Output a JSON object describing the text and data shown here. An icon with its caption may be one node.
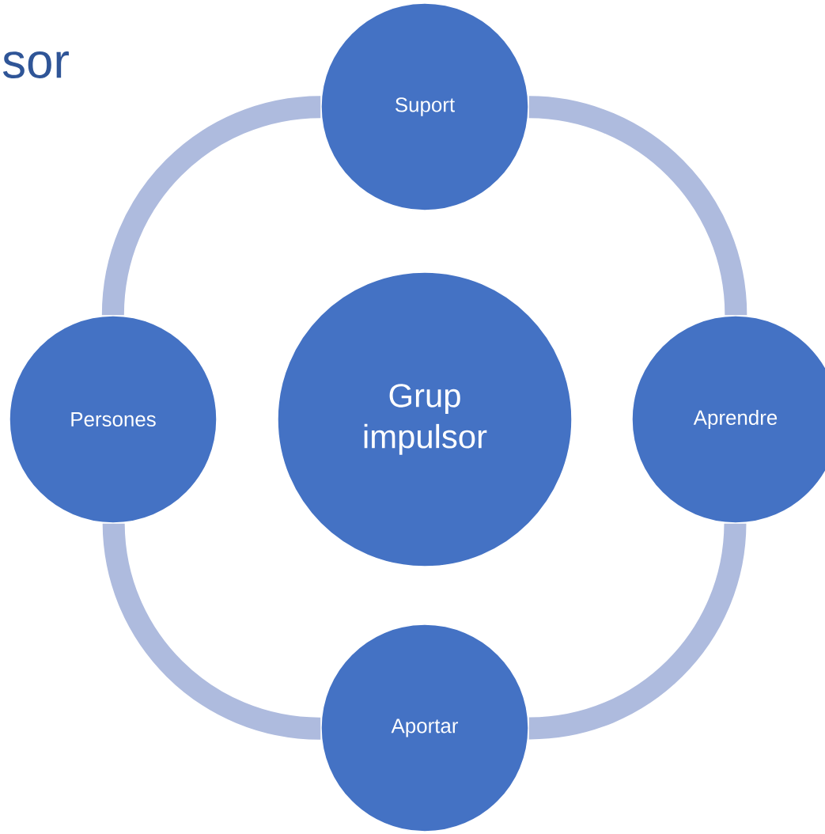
{
  "diagram": {
    "title": "sor",
    "nodes": [
      {
        "text": [
          "Suport"
        ]
      },
      {
        "text": [
          "Persones"
        ]
      },
      {
        "text": [
          "Grup impulsor"
        ]
      },
      {
        "text": [
          "Aprendre"
        ]
      },
      {
        "text": [
          "Aportar"
        ]
      }
    ],
    "edges": [
      {
        "from": 0,
        "to": 3,
        "arrow": "none"
      },
      {
        "from": 3,
        "to": 4,
        "arrow": "none"
      },
      {
        "from": 4,
        "to": 1,
        "arrow": "none"
      },
      {
        "from": 1,
        "to": 0,
        "arrow": "none"
      }
    ]
  }
}
